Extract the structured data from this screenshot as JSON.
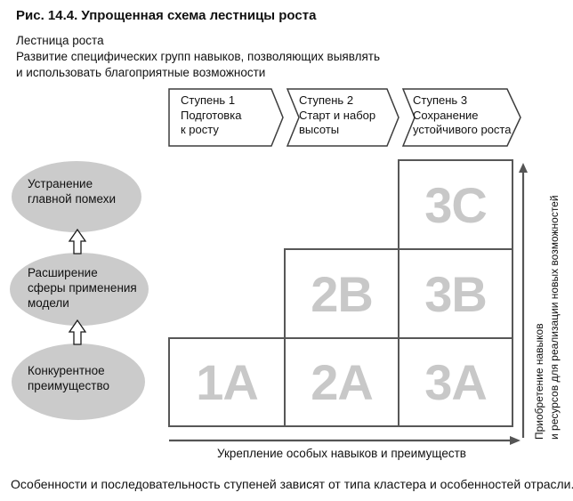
{
  "figure": {
    "caption": "Рис. 14.4. Упрощенная схема лестницы роста",
    "subtitle": {
      "line1": "Лестница роста",
      "line2": "Развитие специфических групп навыков, позволяющих выявлять",
      "line3": "и использовать благоприятные возможности"
    },
    "footnote": "Особенности и последовательность ступеней зависят от типа кластера и особенностей отрасли."
  },
  "stages": [
    {
      "lines": [
        "Ступень 1",
        "Подготовка",
        "к росту"
      ]
    },
    {
      "lines": [
        "Ступень 2",
        "Старт и набор",
        "высоты"
      ]
    },
    {
      "lines": [
        "Ступень 3",
        "Сохранение",
        "устойчивого роста"
      ]
    }
  ],
  "ladder_ellipses": [
    {
      "lines": [
        "Устранение",
        "главной помехи"
      ]
    },
    {
      "lines": [
        "Расширение",
        "сферы применения",
        "модели"
      ]
    },
    {
      "lines": [
        "Конкурентное",
        "преимущество"
      ]
    }
  ],
  "matrix": {
    "cells": [
      "3C",
      "2B",
      "3B",
      "1A",
      "2A",
      "3A"
    ]
  },
  "axes": {
    "x_label": "Укрепление особых навыков и преимуществ",
    "y_label_line1": "Приобретение навыков",
    "y_label_line2": "и ресурсов для реализации новых возможностей"
  },
  "colors": {
    "ellipse_fill": "#cbcbcb",
    "cell_label": "#c8c8c8",
    "grid_line": "#575757",
    "axis_line": "#555555",
    "banner_stroke": "#3d3d3d",
    "text": "#111111"
  }
}
